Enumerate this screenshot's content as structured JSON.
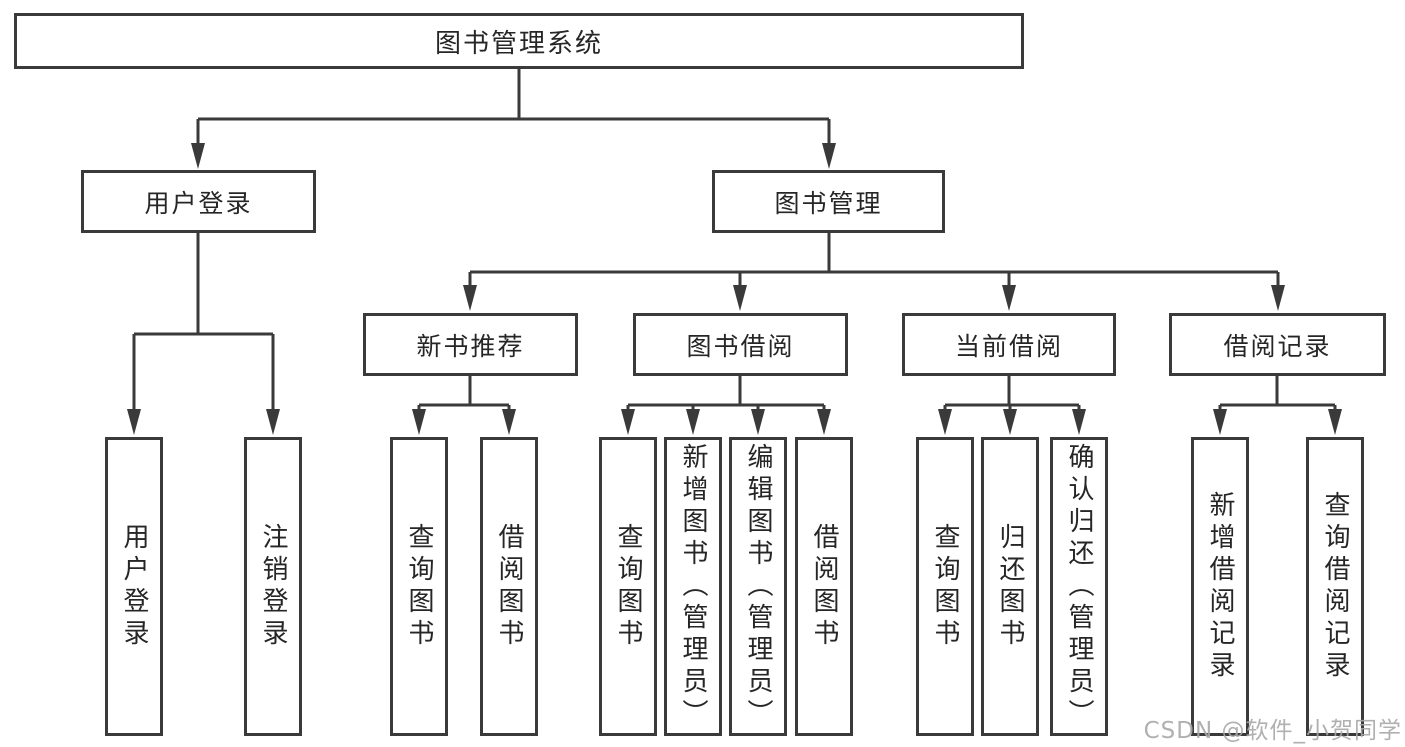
{
  "nodes": {
    "system": "图书管理系统",
    "user_login": "用户登录",
    "book_management": "图书管理",
    "new_book_recommend": "新书推荐",
    "book_borrow": "图书借阅",
    "current_borrow": "当前借阅",
    "borrow_record": "借阅记录",
    "leaf_user_login": "用户登录",
    "leaf_logout": "注销登录",
    "leaf_query_book_1": "查询图书",
    "leaf_borrow_book_1": "借阅图书",
    "leaf_query_book_2": "查询图书",
    "leaf_add_book": "新增图书（管理员）",
    "leaf_edit_book": "编辑图书（管理员）",
    "leaf_borrow_book_2": "借阅图书",
    "leaf_query_book_3": "查询图书",
    "leaf_return_book": "归还图书",
    "leaf_confirm_return": "确认归还（管理员）",
    "leaf_add_borrow_record": "新增借阅记录",
    "leaf_query_borrow_record": "查询借阅记录"
  },
  "watermark": "CSDN @软件_小贺同学",
  "colors": {
    "line": "#3a3a3a",
    "text": "#262626",
    "watermark": "#a8a8a8",
    "background": "#ffffff"
  }
}
